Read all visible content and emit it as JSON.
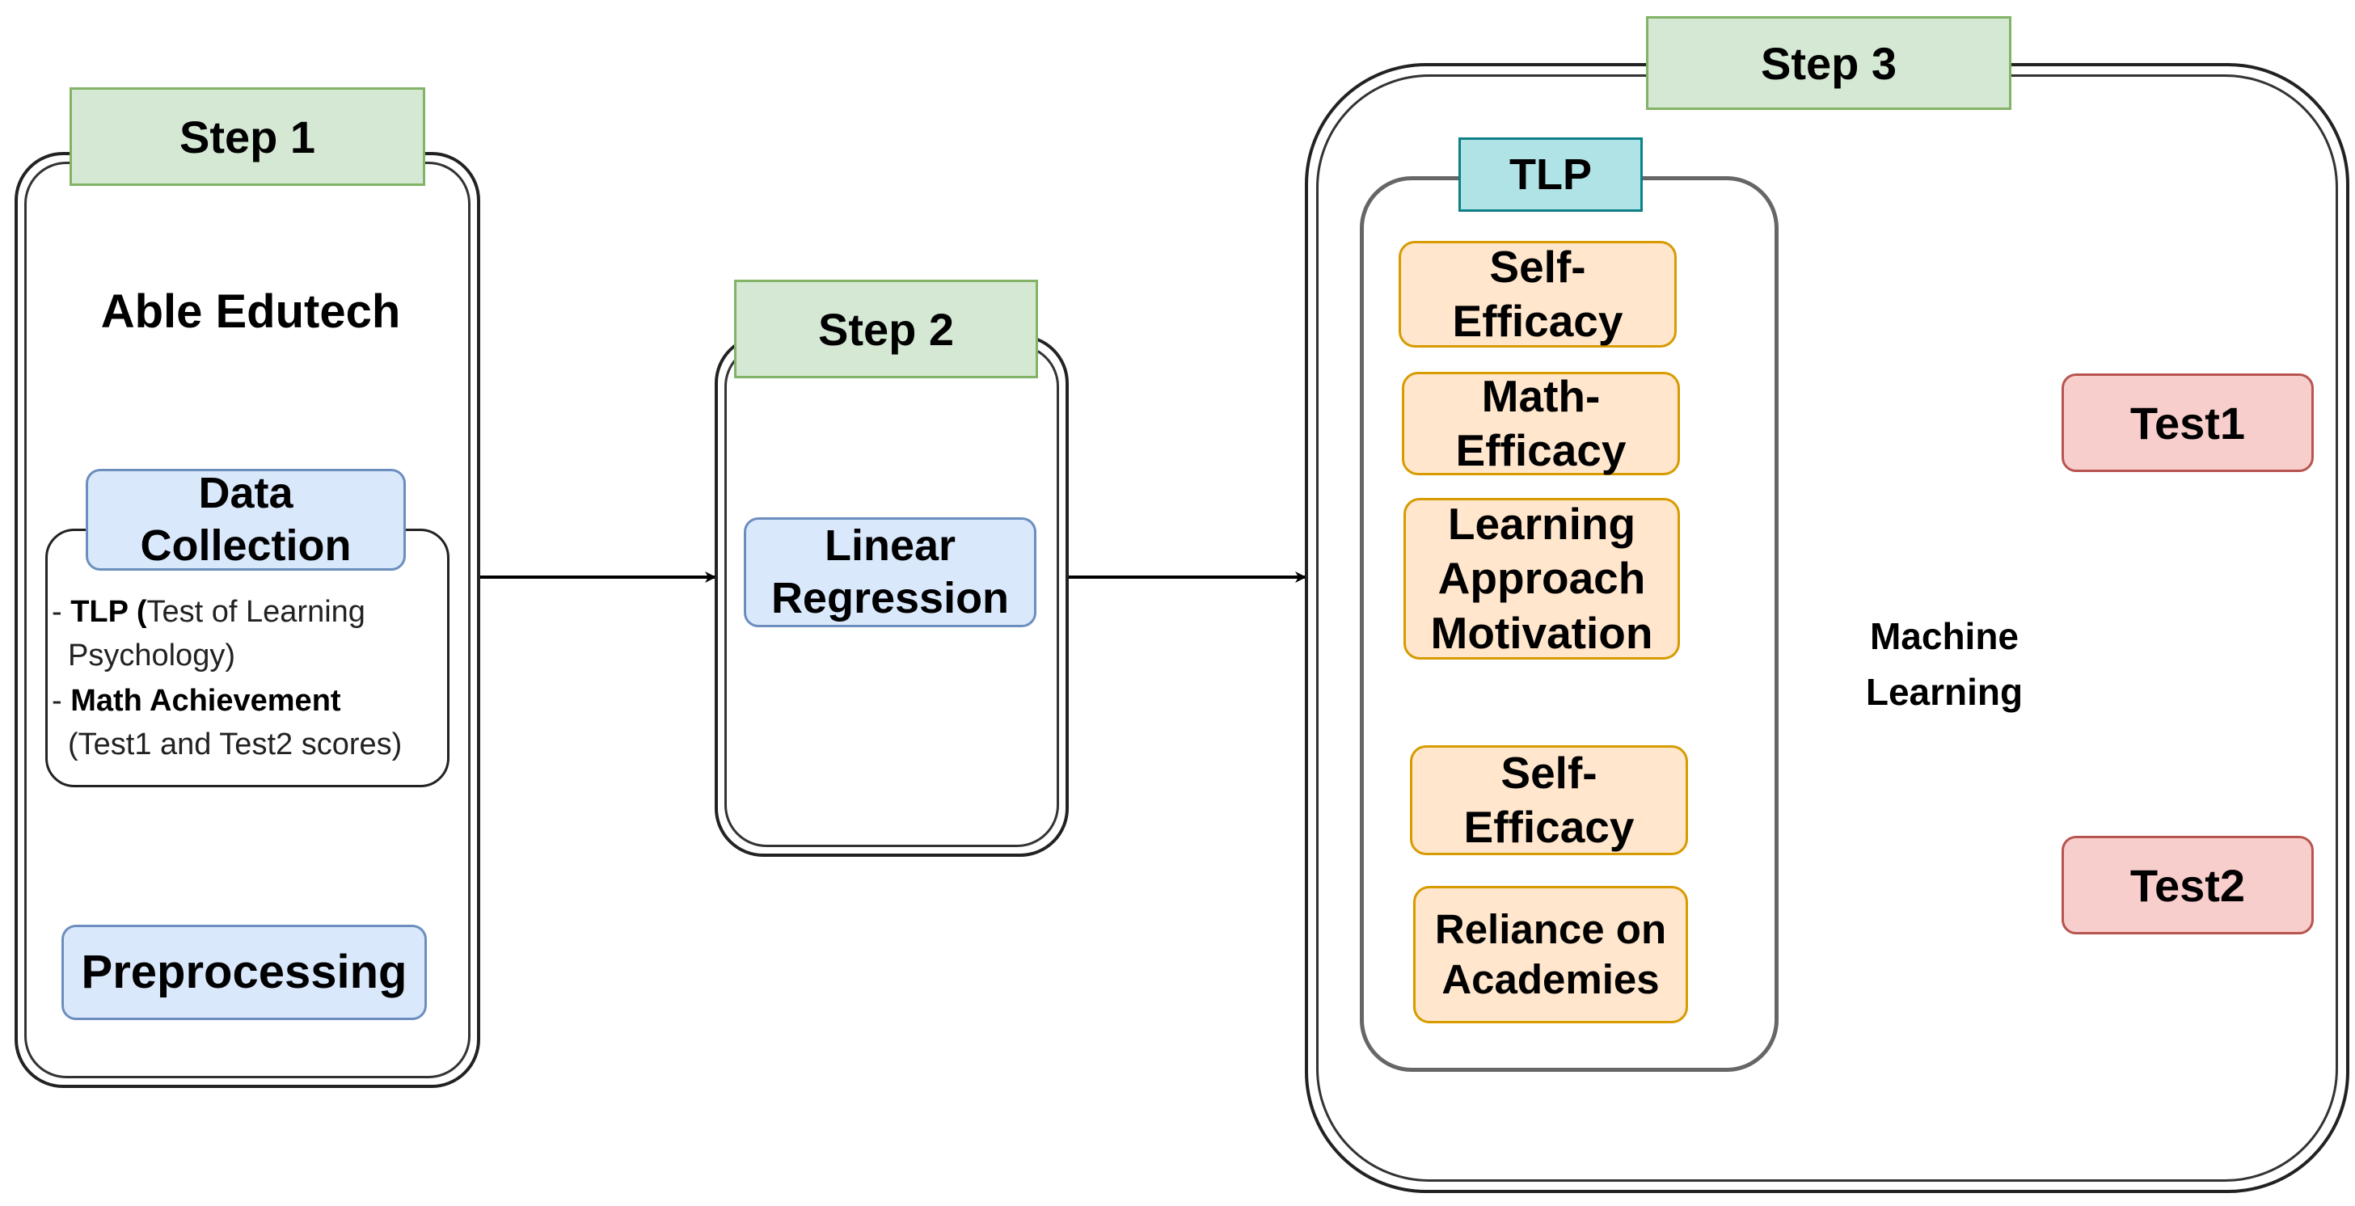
{
  "step1": {
    "title": "Step 1",
    "source": "Able Edutech",
    "data_collection": "Data Collection",
    "items": [
      {
        "dash": "- ",
        "bold": "TLP (",
        "text": "Test of Learning"
      },
      {
        "dash": "",
        "bold": "",
        "text": "Psychology)"
      },
      {
        "dash": "- ",
        "bold": "Math Achievement",
        "text": ""
      },
      {
        "dash": "",
        "bold": "",
        "text": "(Test1 and Test2 scores)"
      }
    ],
    "preprocessing": "Preprocessing"
  },
  "step2": {
    "title": "Step 2",
    "method": "Linear Regression"
  },
  "step3": {
    "title": "Step 3",
    "tlp_label": "TLP",
    "group1": [
      "Self-Efficacy",
      "Math-Efficacy",
      "Learning Approach Motivation"
    ],
    "group2": [
      "Self-Efficacy",
      "Reliance on Academies"
    ],
    "ml": "Machine Learning",
    "outputs": [
      "Test1",
      "Test2"
    ]
  },
  "colors": {
    "step_fill": "#d5e8d4",
    "step_border": "#82b366",
    "blue_fill": "#dae8fc",
    "blue_border": "#6c8ebf",
    "orange_fill": "#ffe6cc",
    "orange_border": "#d79b00",
    "red_fill": "#f8cecc",
    "red_border": "#b85450",
    "cyan_fill": "#b1ddf0",
    "cyan_border": "#10739e",
    "cloud_fill": "#fff2cc",
    "cloud_border": "#d6b656"
  }
}
